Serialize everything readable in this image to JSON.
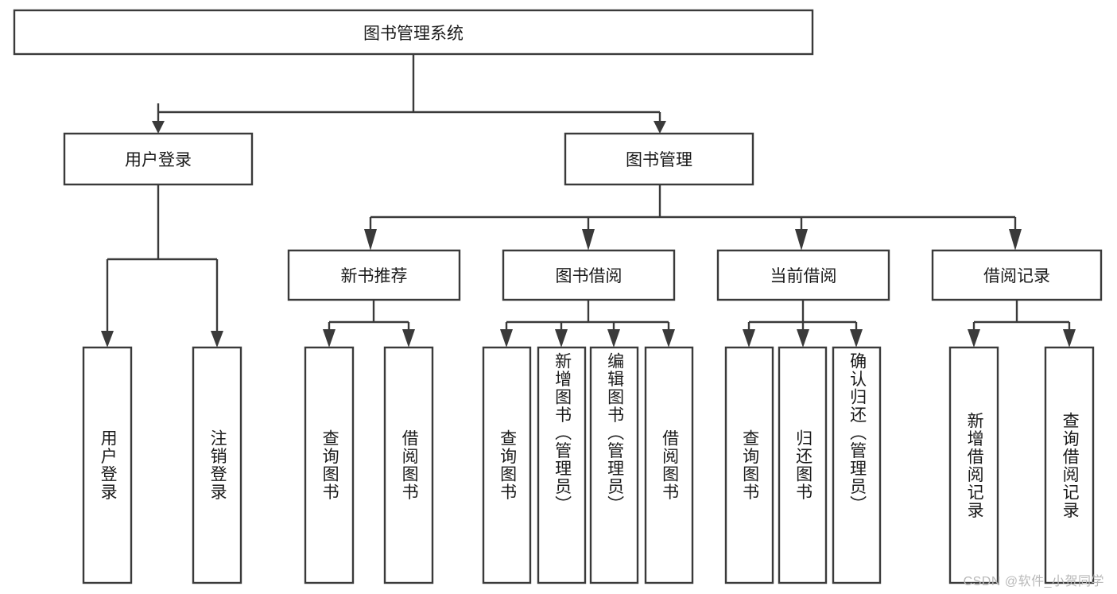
{
  "diagram": {
    "title": "图书管理系统",
    "type": "tree-hierarchy-diagram",
    "watermark": "CSDN @软件_小贺同学",
    "colors": {
      "box_stroke": "#3a3a3a",
      "box_fill": "#ffffff",
      "connector": "#3a3a3a",
      "text": "#1a1a1a",
      "watermark": "#b9b9b9",
      "background": "#ffffff"
    },
    "root": {
      "label": "图书管理系统"
    },
    "level1": [
      {
        "label": "用户登录"
      },
      {
        "label": "图书管理"
      }
    ],
    "level2": [
      {
        "label": "新书推荐"
      },
      {
        "label": "图书借阅"
      },
      {
        "label": "当前借阅"
      },
      {
        "label": "借阅记录"
      }
    ],
    "leaves": {
      "user_login": [
        {
          "label": "用户登录"
        },
        {
          "label": "注销登录"
        }
      ],
      "new_book_recommend": [
        {
          "label": "查询图书"
        },
        {
          "label": "借阅图书"
        }
      ],
      "book_borrow": [
        {
          "label": "查询图书"
        },
        {
          "label": "新增图书（管理员）"
        },
        {
          "label": "编辑图书（管理员）"
        },
        {
          "label": "借阅图书"
        }
      ],
      "current_borrow": [
        {
          "label": "查询图书"
        },
        {
          "label": "归还图书"
        },
        {
          "label": "确认归还（管理员）"
        }
      ],
      "borrow_record": [
        {
          "label": "新增借阅记录"
        },
        {
          "label": "查询借阅记录"
        }
      ]
    }
  }
}
